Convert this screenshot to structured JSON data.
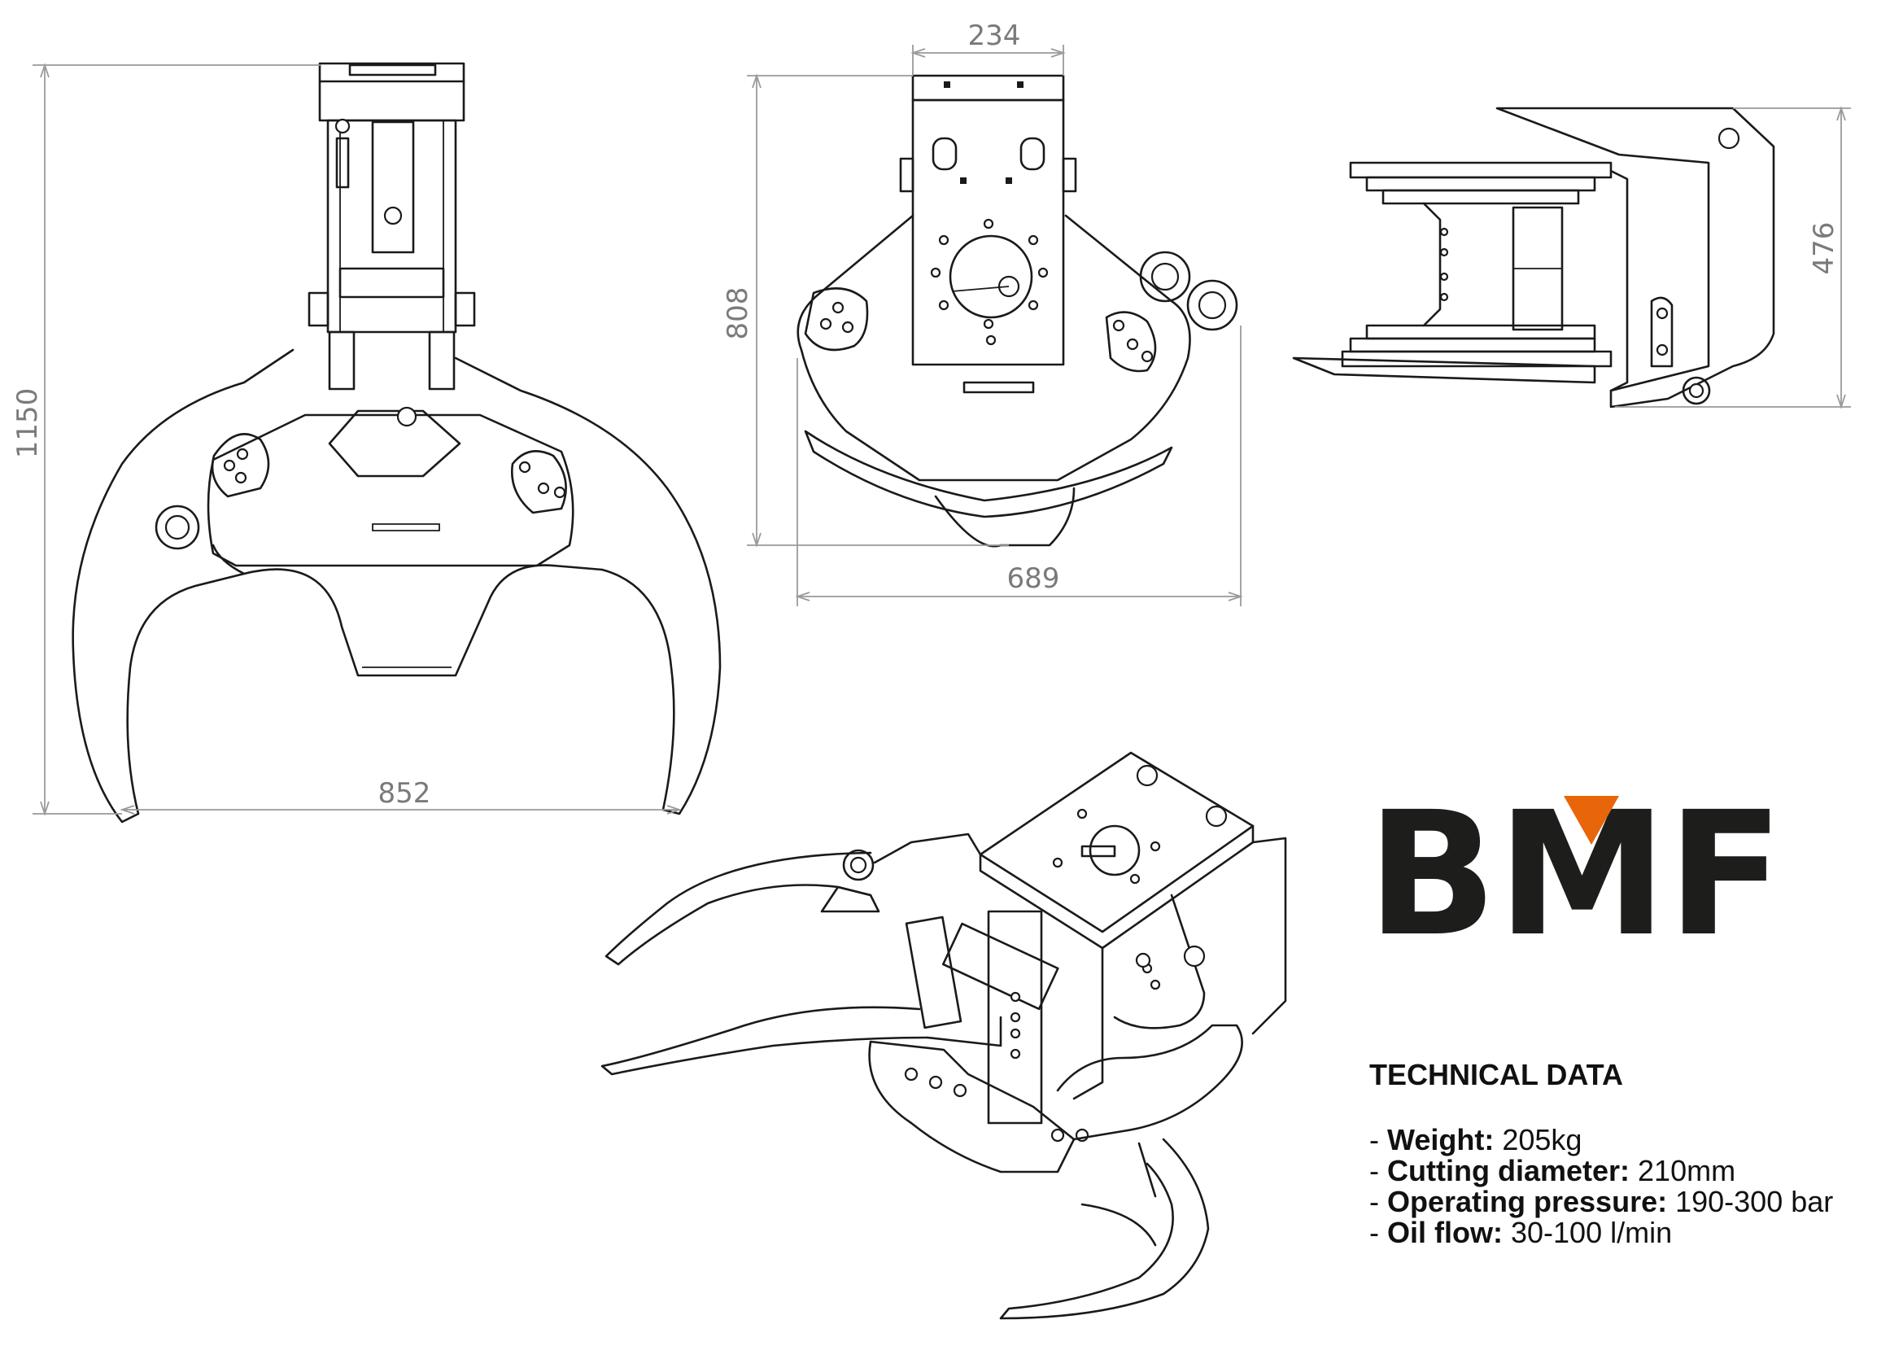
{
  "dimensions": {
    "front_height": "1150",
    "front_width": "852",
    "side_top_width": "234",
    "side_height": "808",
    "side_width": "689",
    "top_height": "476"
  },
  "brand": {
    "logo_text": "BMF",
    "accent_color": "#e8650a",
    "text_color": "#1d1d1b"
  },
  "technical": {
    "title": "TECHNICAL DATA",
    "specs": [
      {
        "label": "Weight:",
        "value": "205kg"
      },
      {
        "label": "Cutting diameter:",
        "value": "210mm"
      },
      {
        "label": "Operating pressure:",
        "value": "190-300 bar"
      },
      {
        "label": "Oil flow:",
        "value": "30-100 l/min"
      }
    ]
  }
}
